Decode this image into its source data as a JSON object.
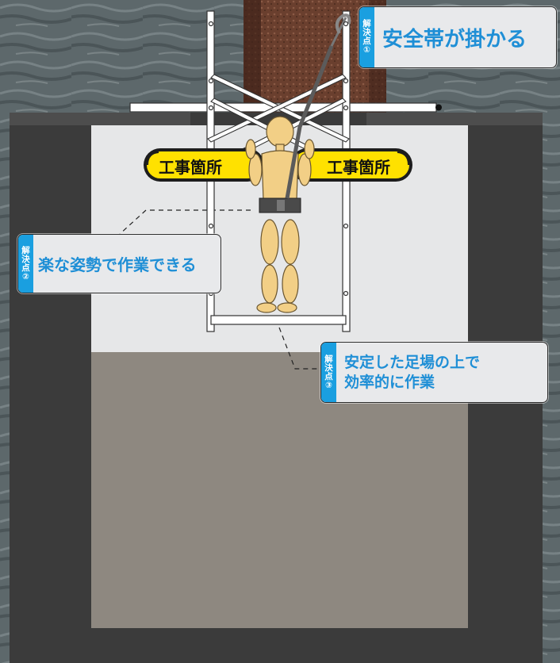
{
  "colors": {
    "accent": "#1a9fe0",
    "accent_text": "#1f8fd6",
    "warning_yellow": "#ffe100",
    "water": "#5f6a6d",
    "hole_dark": "#3a3a3a",
    "light_panel": "#e6e7e8",
    "mud": "#8e8880",
    "rust": "#6b4232"
  },
  "signs": {
    "left": "工事箇所",
    "right": "工事箇所"
  },
  "callouts": {
    "c1": {
      "tag": [
        "解",
        "決",
        "点",
        "①"
      ],
      "text": "安全帯が掛かる"
    },
    "c2": {
      "tag": [
        "解",
        "決",
        "点",
        "②"
      ],
      "text": "楽な姿勢で作業できる"
    },
    "c3": {
      "tag": [
        "解",
        "決",
        "点",
        "③"
      ],
      "line1": "安定した足場の上で",
      "line2": "効率的に作業"
    }
  }
}
